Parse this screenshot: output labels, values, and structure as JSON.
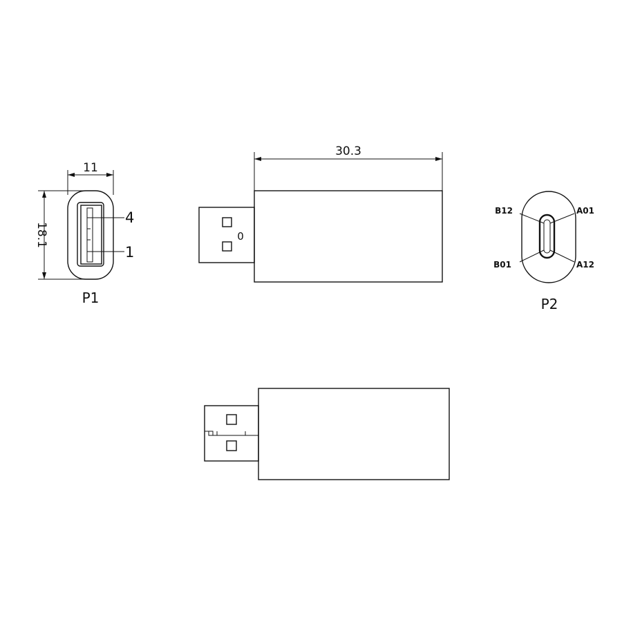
{
  "views": {
    "p1": {
      "label": "P1",
      "width_dim": "11",
      "height_dim": "18.1",
      "pin_top": "4",
      "pin_bottom": "1"
    },
    "side_top": {
      "length_dim": "30.3",
      "plug_mark": "0"
    },
    "p2": {
      "label": "P2",
      "pins": {
        "top_left": "B12",
        "top_right": "A01",
        "bottom_left": "B01",
        "bottom_right": "A12"
      }
    }
  }
}
